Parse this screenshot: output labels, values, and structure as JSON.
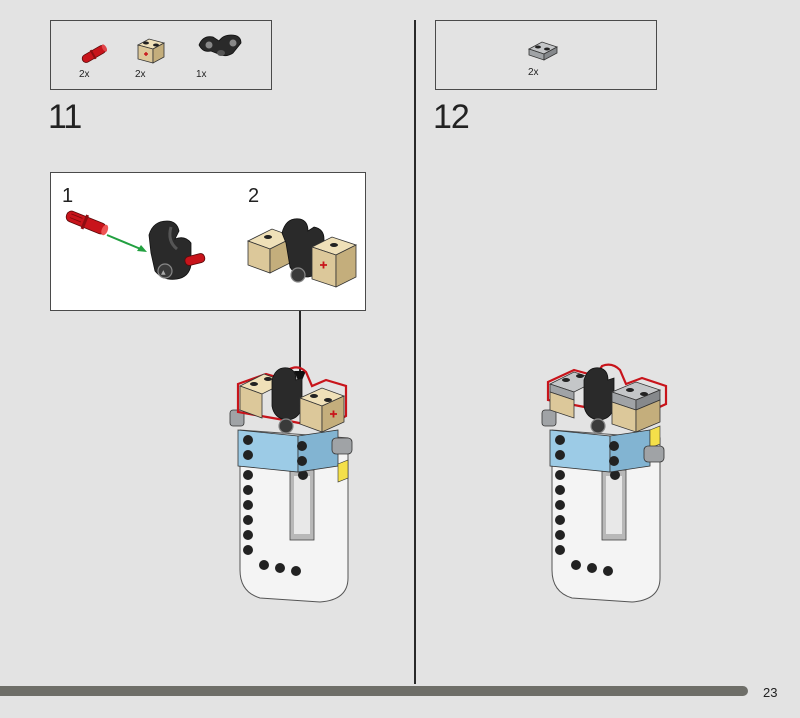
{
  "step11": {
    "number": "11",
    "parts": [
      {
        "qty": "2x",
        "icon": "red-axle-pin-icon"
      },
      {
        "qty": "2x",
        "icon": "tan-brick-icon"
      },
      {
        "qty": "1x",
        "icon": "black-clip-bracket-icon"
      }
    ],
    "callout": {
      "substep1": "1",
      "substep2": "2"
    }
  },
  "step12": {
    "number": "12",
    "parts": [
      {
        "qty": "2x",
        "icon": "gray-plate-icon"
      }
    ]
  },
  "page_number": "23",
  "colors": {
    "background": "#e3e3e3",
    "tan": "#dcc89a",
    "red": "#c8141b",
    "green_arrow": "#22a040",
    "light_blue": "#9ccbe6",
    "yellow": "#f4e04a",
    "black": "#1e1e1e",
    "gray": "#a0a3a6"
  }
}
